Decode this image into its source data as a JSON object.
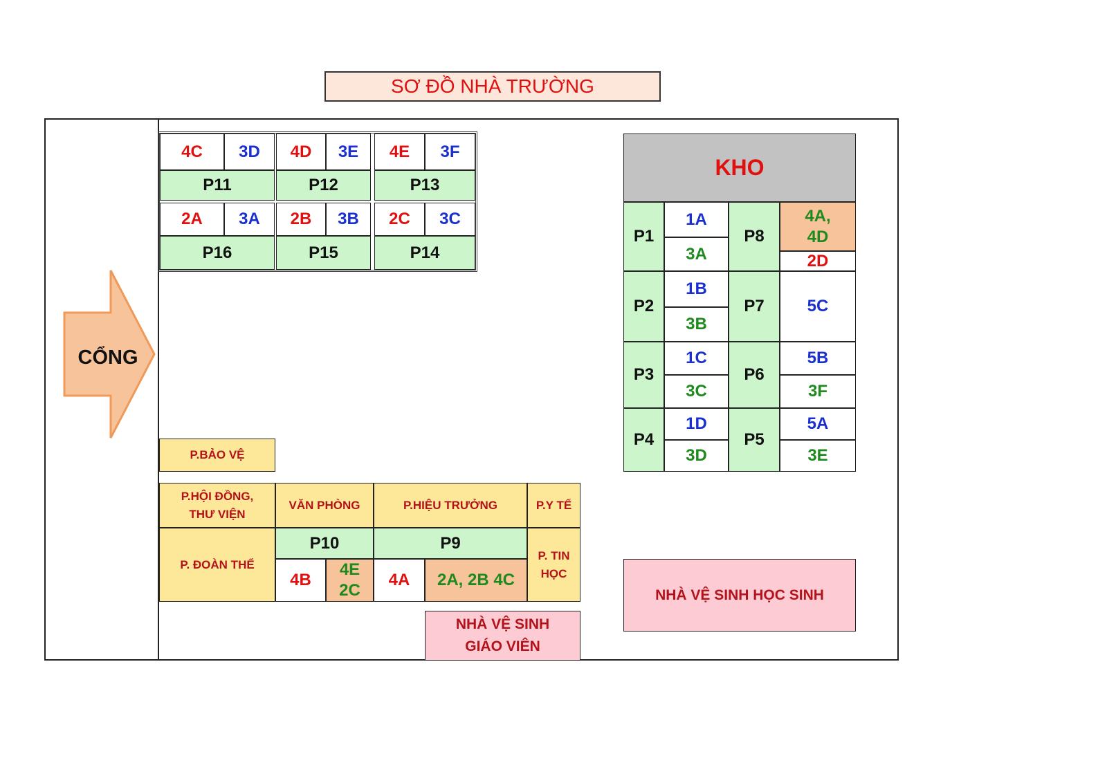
{
  "title": "SƠ ĐỒ NHÀ TRƯỜNG",
  "gate": "CỔNG",
  "colors": {
    "red_text": "#e01010",
    "blue_text": "#1a2fd0",
    "green_text": "#1e8a1e",
    "dark_red_text": "#b4121a",
    "room_green": "#ccf5cc",
    "peach": "#f7c39a",
    "yellow": "#fde89a",
    "pink": "#fccbd3",
    "gray": "#c2c2c2",
    "title_bg": "#fde6da"
  },
  "top_block": {
    "row1_classes": [
      "4C",
      "3D",
      "4D",
      "3E",
      "4E",
      "3F"
    ],
    "row1_rooms": [
      "P11",
      "P12",
      "P13"
    ],
    "row2_classes": [
      "2A",
      "3A",
      "2B",
      "3B",
      "2C",
      "3C"
    ],
    "row2_rooms": [
      "P16",
      "P15",
      "P14"
    ]
  },
  "right_block": {
    "kho": "KHO",
    "left_rooms": [
      {
        "room": "P1",
        "top": "1A",
        "bottom": "3A"
      },
      {
        "room": "P2",
        "top": "1B",
        "bottom": "3B"
      },
      {
        "room": "P3",
        "top": "1C",
        "bottom": "3C"
      },
      {
        "room": "P4",
        "top": "1D",
        "bottom": "3D"
      }
    ],
    "right_rooms": [
      {
        "room": "P8",
        "top": "4A, 4D",
        "bottom": "2D"
      },
      {
        "room": "P7",
        "single": "5C"
      },
      {
        "room": "P6",
        "top": "5B",
        "bottom": "3F"
      },
      {
        "room": "P5",
        "top": "5A",
        "bottom": "3E"
      }
    ]
  },
  "bottom_block": {
    "bao_ve": "P.BẢO VỆ",
    "hoi_dong_line1": "P.HỘI ĐỒNG,",
    "hoi_dong_line2": "THƯ VIỆN",
    "van_phong": "VĂN PHÒNG",
    "hieu_truong": "P.HIỆU TRƯỞNG",
    "y_te": "P.Y TẾ",
    "doan_the": "P. ĐOÀN THỂ",
    "tin_hoc_line1": "P. TIN",
    "tin_hoc_line2": "HỌC",
    "p10": "P10",
    "p10_classes": [
      "4B",
      "4E 2C"
    ],
    "p9": "P9",
    "p9_classes": [
      "4A",
      "2A, 2B 4C"
    ]
  },
  "wc_teachers_line1": "NHÀ VỆ SINH",
  "wc_teachers_line2": "GIÁO VIÊN",
  "wc_students": "NHÀ VỆ SINH HỌC SINH"
}
